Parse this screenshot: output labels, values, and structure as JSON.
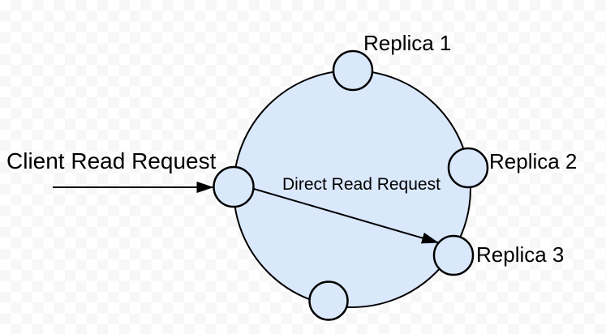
{
  "diagram": {
    "type": "replica-ring-read-path",
    "colors": {
      "node_fill": "#dae8fc",
      "node_stroke": "#000000",
      "arrow_color": "#000000",
      "checker_light": "#ffffff",
      "checker_dark": "#f7f7f7"
    },
    "ring": {
      "description": "large circle with replica nodes on its perimeter"
    },
    "nodes": [
      {
        "id": "replica-1",
        "label": "Replica 1"
      },
      {
        "id": "replica-2",
        "label": "Replica 2"
      },
      {
        "id": "replica-3",
        "label": "Replica 3"
      },
      {
        "id": "entry-node",
        "label": ""
      },
      {
        "id": "bottom-node",
        "label": ""
      }
    ],
    "edges": [
      {
        "id": "client-read",
        "label": "Client Read Request"
      },
      {
        "id": "direct-read",
        "label": "Direct Read Request"
      }
    ]
  }
}
